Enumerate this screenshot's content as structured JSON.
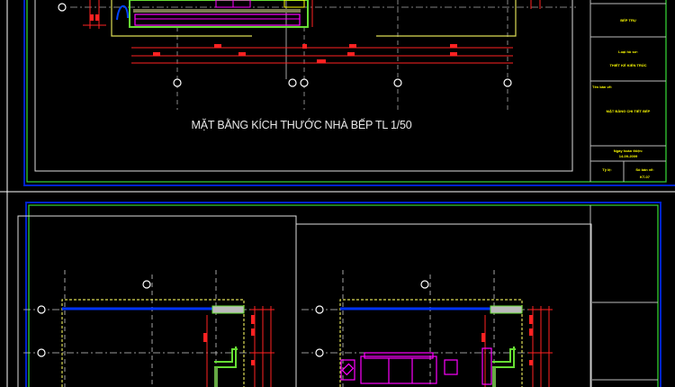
{
  "drawing": {
    "plan_title": "MẶT BẰNG KÍCH THƯỚC NHÀ BẾP TL 1/50"
  },
  "title_block": {
    "project": "BẾP TRỤ",
    "doc_type_label": "Loại hồ sơ:",
    "doc_type": "THIẾT KẾ KIẾN TRÚC",
    "sheet_name_label": "Tên bản vẽ:",
    "sheet_name": "MẶT BẰNG CHI TIẾT BẾP",
    "date_label": "Ngày hoàn thiện:",
    "date": "14-09-2009",
    "scale_label": "Tỷ lệ:",
    "sheet_no_label": "Số bản vẽ:",
    "sheet_no": "KT-07"
  },
  "colors": {
    "background": "#000000",
    "frame": "#ffffff",
    "border_green": "#33cc33",
    "border_blue": "#0000cc",
    "dimension": "#ff0000",
    "furniture": "#ff00ff",
    "text_yellow": "#ffff00"
  }
}
